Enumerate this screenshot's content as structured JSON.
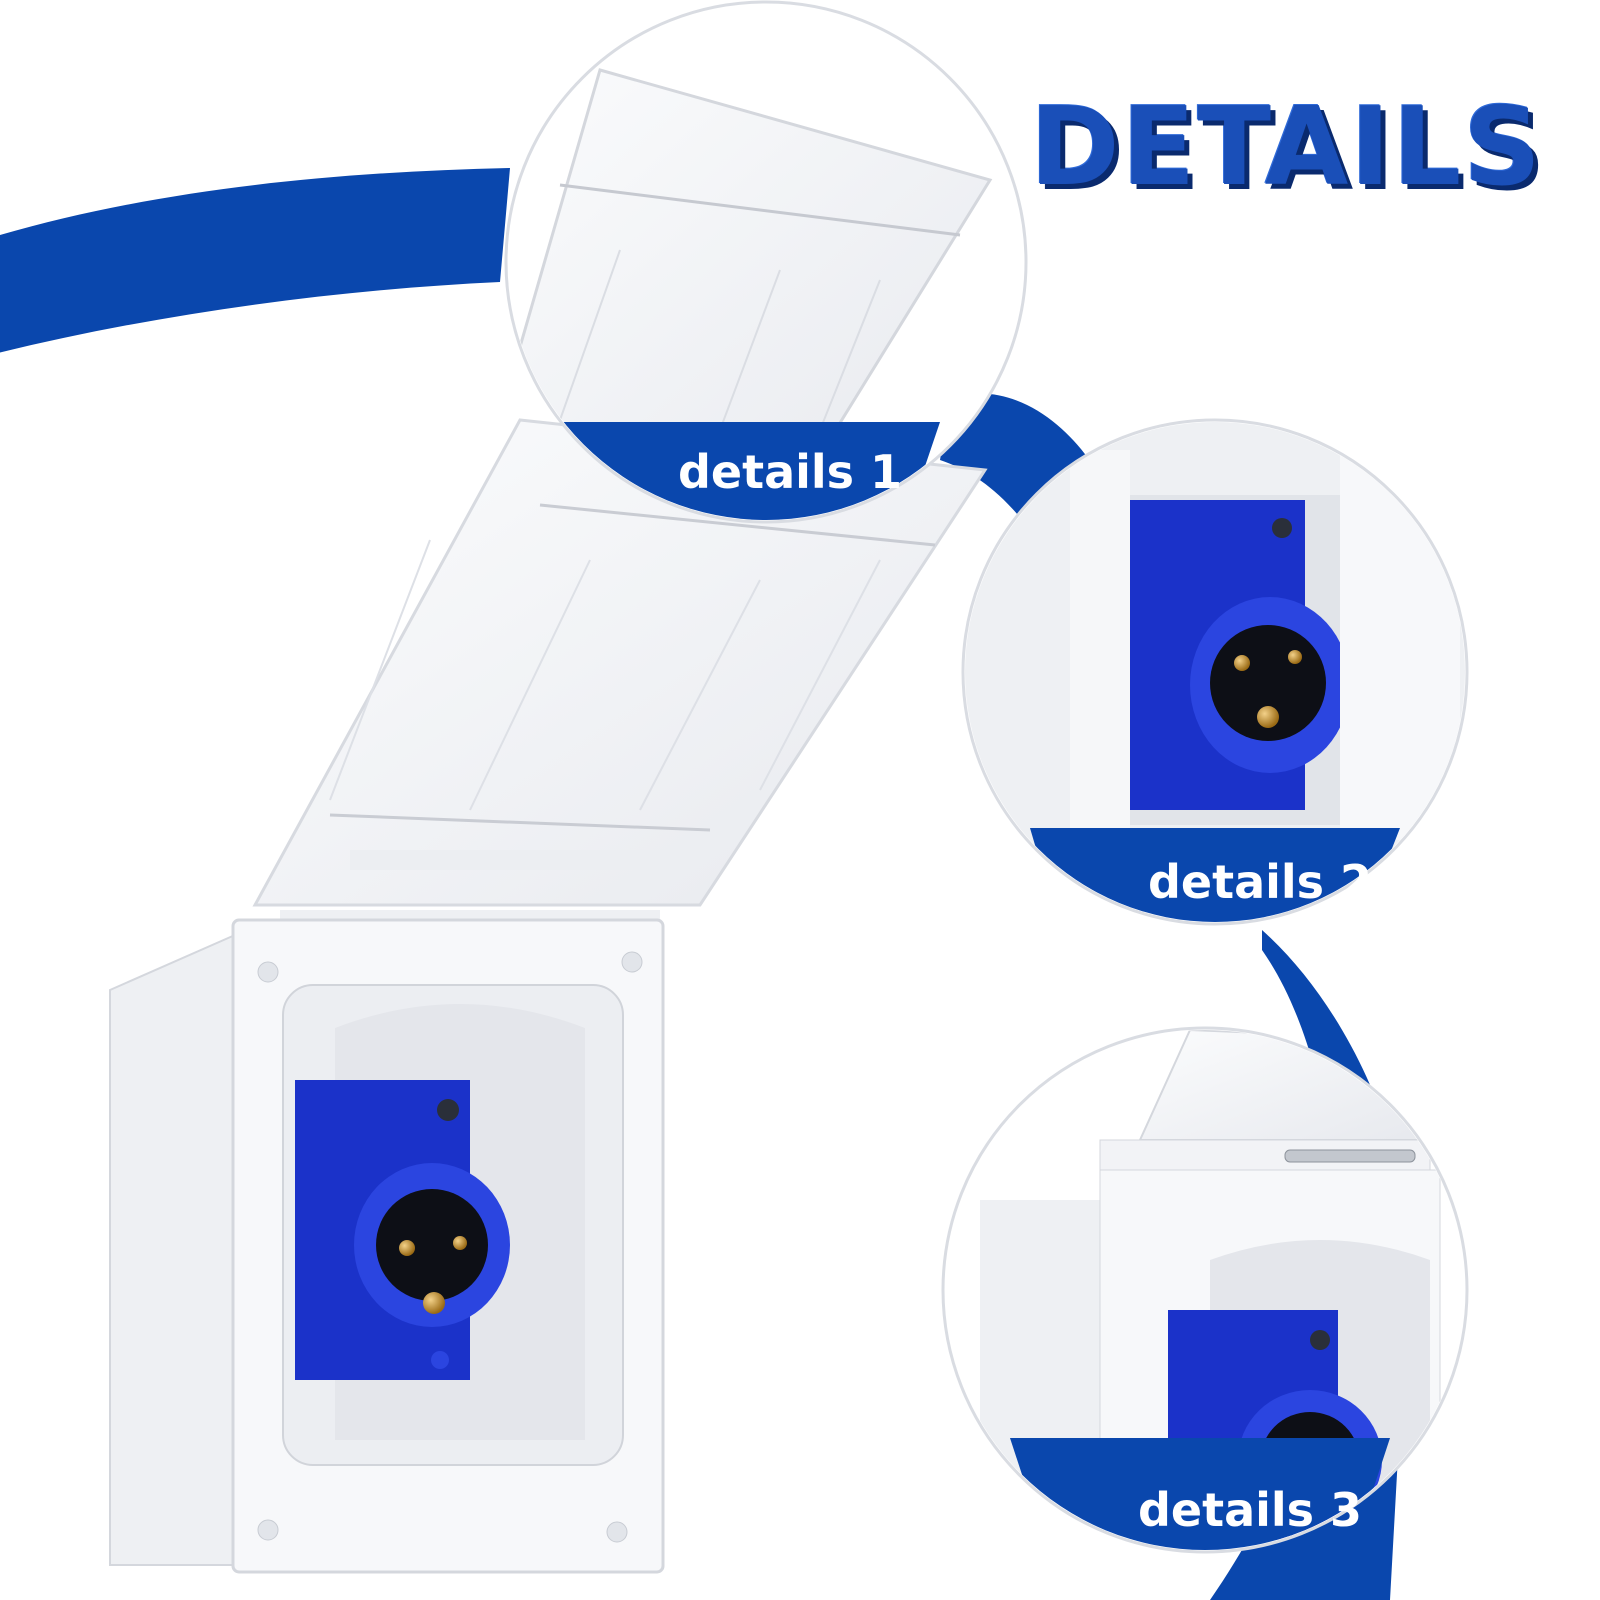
{
  "headline": "DETAILS",
  "callouts": [
    {
      "label": "details 1"
    },
    {
      "label": "details 2"
    },
    {
      "label": "details 3"
    }
  ],
  "colors": {
    "brand_blue": "#0a47ad",
    "outlet_blue": "#1b32c9",
    "housing_white": "#f4f5f7",
    "pin_brass": "#c8922a"
  },
  "icons": [
    "power-inlet-socket",
    "hinged-cover-flap",
    "plug-pin"
  ]
}
